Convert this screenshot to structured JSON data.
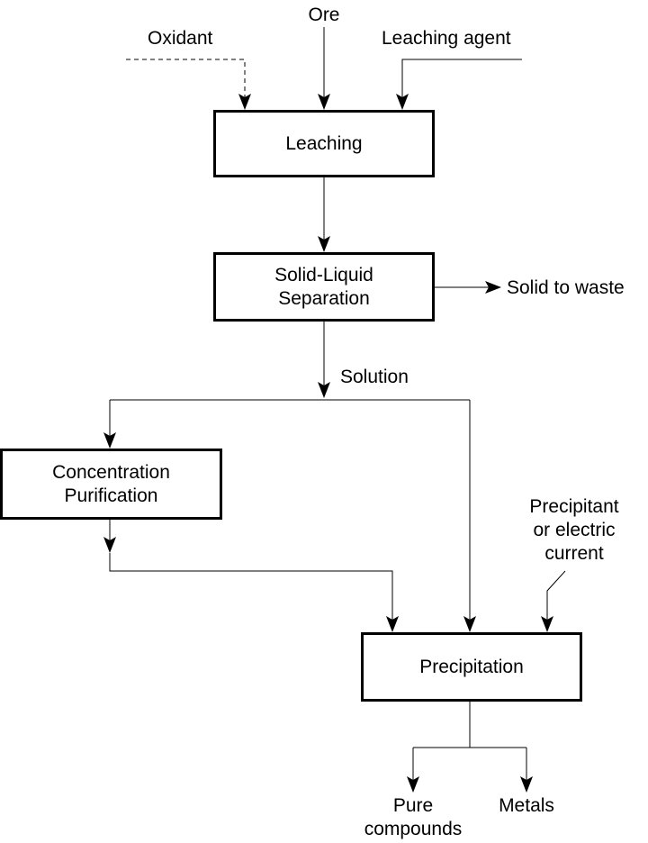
{
  "inputs": {
    "oxidant": "Oxidant",
    "ore": "Ore",
    "leaching_agent": "Leaching agent"
  },
  "boxes": {
    "leaching": "Leaching",
    "solid_liquid": {
      "line1": "Solid-Liquid",
      "line2": "Separation"
    },
    "concentration": {
      "line1": "Concentration",
      "line2": "Purification"
    },
    "precipitation": "Precipitation"
  },
  "labels": {
    "solid_to_waste": "Solid to waste",
    "solution": "Solution",
    "precipitant": {
      "line1": "Precipitant",
      "line2": "or electric",
      "line3": "current"
    },
    "pure_compounds": {
      "line1": "Pure",
      "line2": "compounds"
    },
    "metals": "Metals"
  }
}
